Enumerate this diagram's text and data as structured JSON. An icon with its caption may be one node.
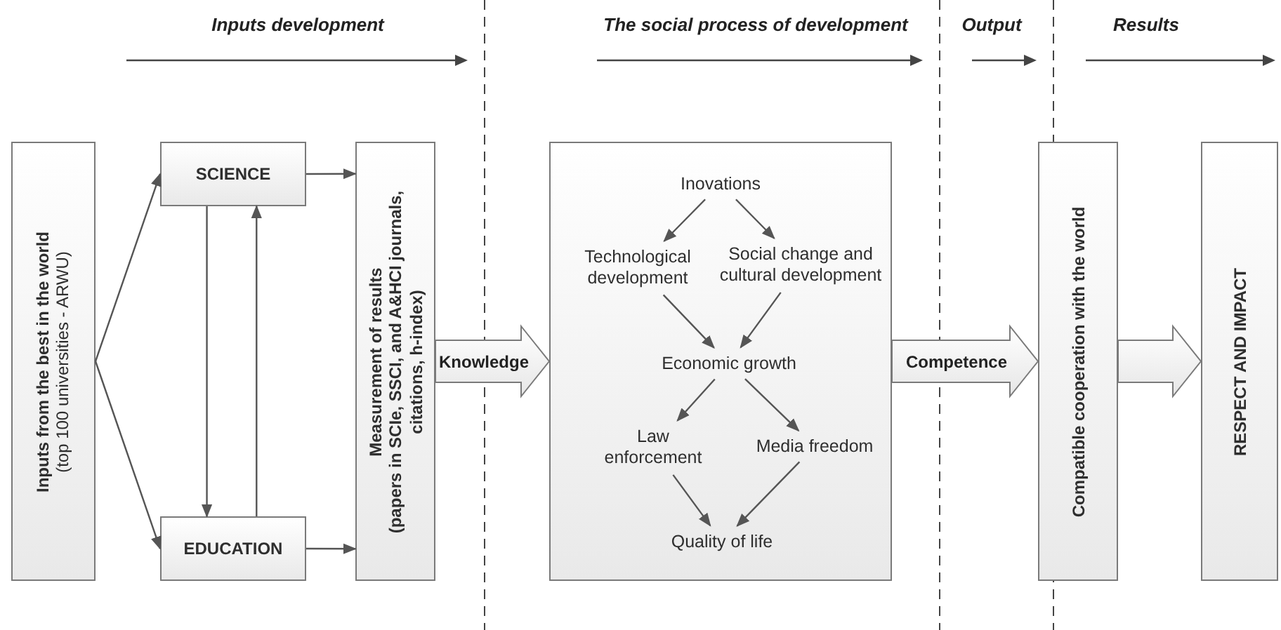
{
  "diagram": {
    "nodes": [
      {
        "text": [
          "Inputs from the best in the world",
          "(top 100 universities - ARWU)"
        ]
      },
      {
        "text": [
          "SCIENCE"
        ]
      },
      {
        "text": [
          "EDUCATION"
        ]
      },
      {
        "text": [
          "Measurement of results",
          "(papers in SCIe, SSCI, and A&HCI journals, citations, h-index)"
        ]
      },
      {
        "text": [],
        "shape": "box"
      },
      {
        "text": [
          "Inovations"
        ],
        "in": 4
      },
      {
        "text": [
          "Technological development"
        ],
        "in": 4
      },
      {
        "text": [
          "Social change and cultural development"
        ],
        "in": 4
      },
      {
        "text": [
          "Economic growth"
        ],
        "in": 4
      },
      {
        "text": [
          "Law enforcement"
        ],
        "in": 4
      },
      {
        "text": [
          "Media freedom"
        ],
        "in": 4
      },
      {
        "text": [
          "Quality of life"
        ],
        "in": 4
      },
      {
        "text": [
          "Compatible cooperation with the world"
        ]
      },
      {
        "text": [
          "RESPECT AND IMPACT"
        ]
      }
    ],
    "edges": [
      {
        "from": 0,
        "to": 1,
        "arrow": "to"
      },
      {
        "from": 0,
        "to": 2,
        "arrow": "to"
      },
      {
        "from": 1,
        "to": 2,
        "arrow": "to"
      },
      {
        "from": 2,
        "to": 1,
        "arrow": "to"
      },
      {
        "from": 1,
        "to": 3,
        "arrow": "to"
      },
      {
        "from": 2,
        "to": 3,
        "arrow": "to"
      },
      {
        "from": 3,
        "to": 4,
        "arrow": "to",
        "label": "Knowledge",
        "style": "thick"
      },
      {
        "from": 4,
        "to": 12,
        "arrow": "to",
        "label": "Competence",
        "style": "thick"
      },
      {
        "from": 12,
        "to": 13,
        "arrow": "to",
        "style": "thick"
      },
      {
        "from": 5,
        "to": 6,
        "arrow": "to"
      },
      {
        "from": 5,
        "to": 7,
        "arrow": "to"
      },
      {
        "from": 6,
        "to": 8,
        "arrow": "to"
      },
      {
        "from": 7,
        "to": 8,
        "arrow": "to"
      },
      {
        "from": 8,
        "to": 9,
        "arrow": "to"
      },
      {
        "from": 8,
        "to": 10,
        "arrow": "to"
      },
      {
        "from": 9,
        "to": 11,
        "arrow": "to"
      },
      {
        "from": 10,
        "to": 11,
        "arrow": "to"
      }
    ],
    "labels": [
      "Inputs development",
      "The social process of development",
      "Output",
      "Results"
    ]
  }
}
